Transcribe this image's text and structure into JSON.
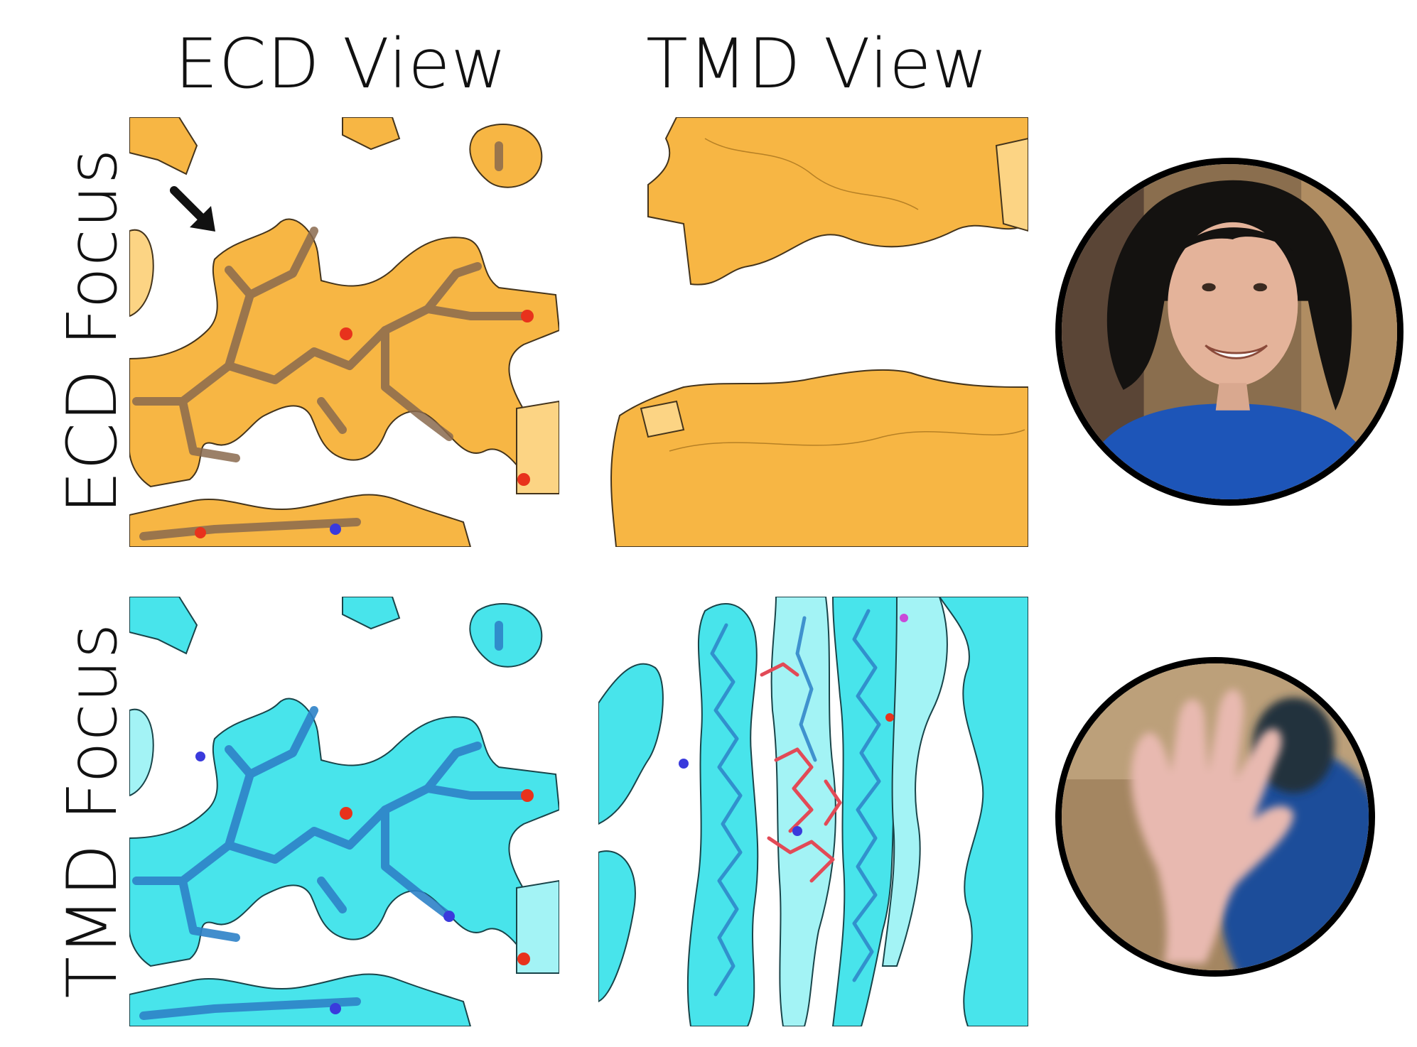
{
  "columns": {
    "ecd_view": "ECD View",
    "tmd_view": "TMD View"
  },
  "rows": {
    "ecd_focus": "ECD Focus",
    "tmd_focus": "TMD Focus"
  },
  "colors": {
    "ecd_density": "#f7b33b",
    "ecd_density_light": "#fcd27e",
    "ecd_model": "#8a6a4e",
    "tmd_density": "#3fe3ea",
    "tmd_density_light": "#9ff3f5",
    "tmd_model": "#2e82c8",
    "oxygen": "#e8321c",
    "nitrogen": "#3a3adc",
    "ligand": "#e24a57",
    "avatar_border": "#000000",
    "shirt": "#1d55b8"
  },
  "icons": {
    "arrow": "arrow-down-right-icon"
  }
}
